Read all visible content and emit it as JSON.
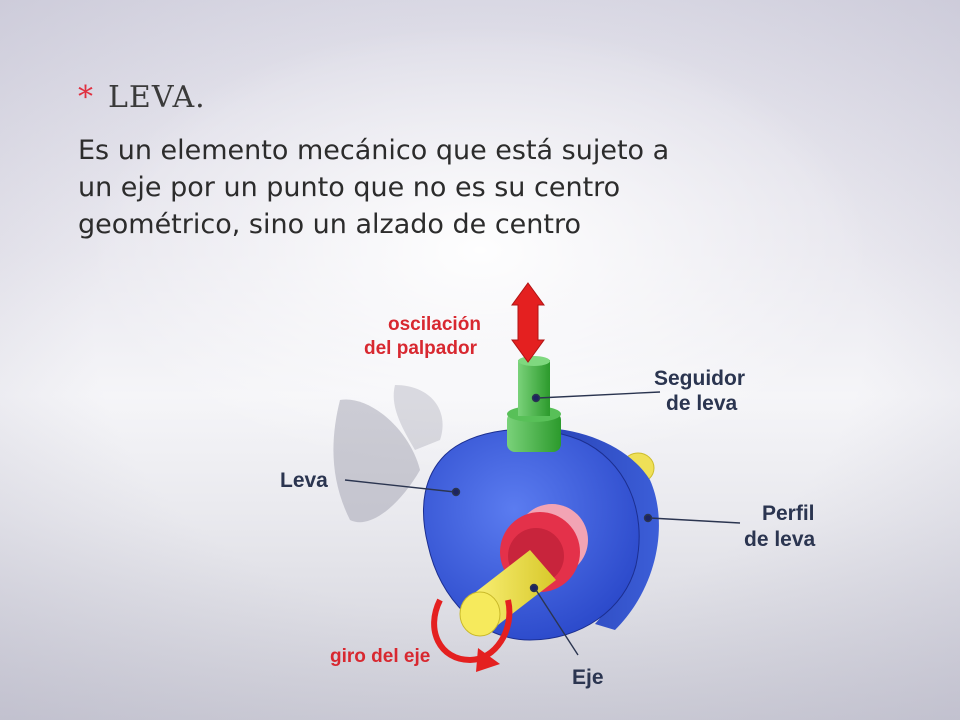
{
  "slide": {
    "bullet": "*",
    "title": "LEVA.",
    "body_lines": [
      "Es un elemento mecánico que está sujeto a",
      "un eje por un punto que no es su centro",
      "geométrico, sino un alzado de centro"
    ]
  },
  "figure": {
    "labels": {
      "oscilacion_line1": "oscilación",
      "oscilacion_line2": "del palpador",
      "seguidor_line1": "Seguidor",
      "seguidor_line2": "de leva",
      "leva": "Leva",
      "perfil_line1": "Perfil",
      "perfil_line2": "de leva",
      "giro": "giro del eje",
      "eje": "Eje"
    },
    "colors": {
      "cam": "#2f56d6",
      "follower": "#3cb43c",
      "hub": "#e4314a",
      "shaft": "#f4e44a",
      "arrow": "#e42020",
      "label_red": "#d82830",
      "label_dark": "#2b3550"
    }
  }
}
